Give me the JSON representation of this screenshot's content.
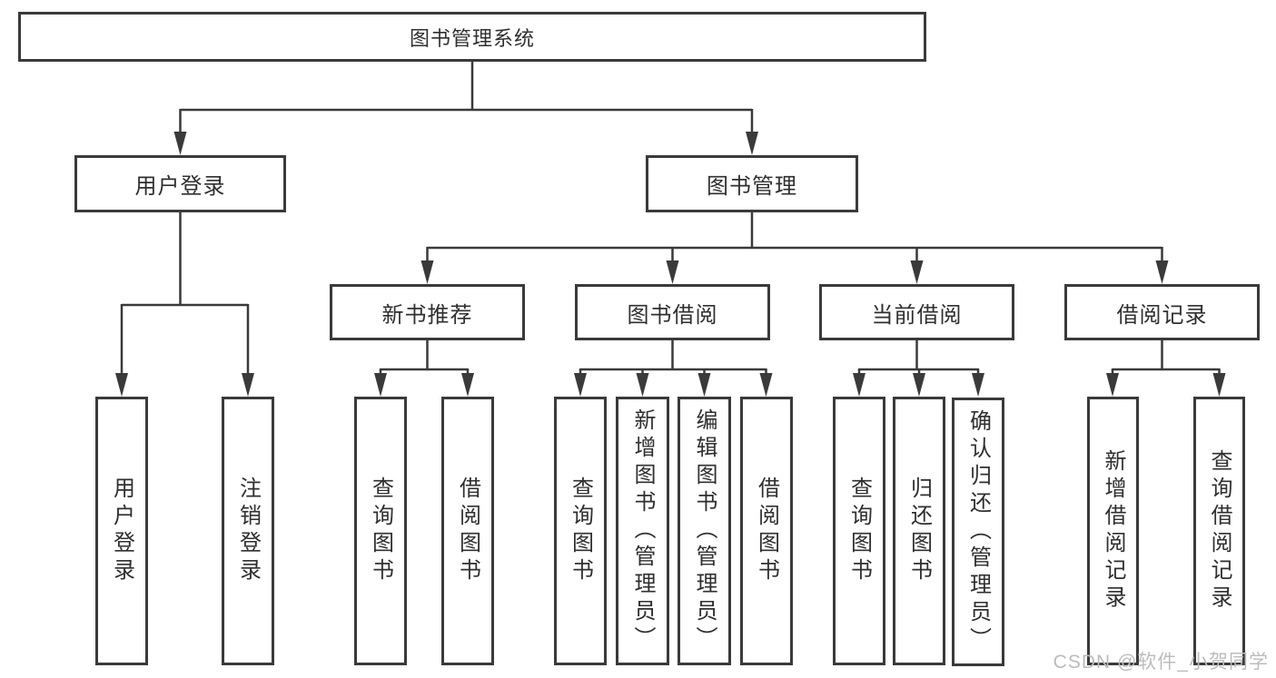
{
  "diagram": {
    "root": "图书管理系统",
    "level2": {
      "user_login": "用户登录",
      "book_mgmt": "图书管理"
    },
    "level3": {
      "new_books": "新书推荐",
      "borrow": "图书借阅",
      "current": "当前借阅",
      "records": "借阅记录"
    },
    "leaves": {
      "user_login": "用户登录",
      "logout": "注销登录",
      "nb_query": "查询图书",
      "nb_borrow": "借阅图书",
      "bw_query": "查询图书",
      "bw_add": "新增图书（管理员）",
      "bw_edit": "编辑图书（管理员）",
      "bw_borrow": "借阅图书",
      "cur_query": "查询图书",
      "cur_return": "归还图书",
      "cur_confirm": "确认归还（管理员）",
      "rec_add": "新增借阅记录",
      "rec_query": "查询借阅记录"
    }
  },
  "watermark": "CSDN @软件_小贺同学",
  "colors": {
    "line": "#3a3a3a",
    "text": "#2f2f2f",
    "watermark": "#bcbcbc"
  }
}
